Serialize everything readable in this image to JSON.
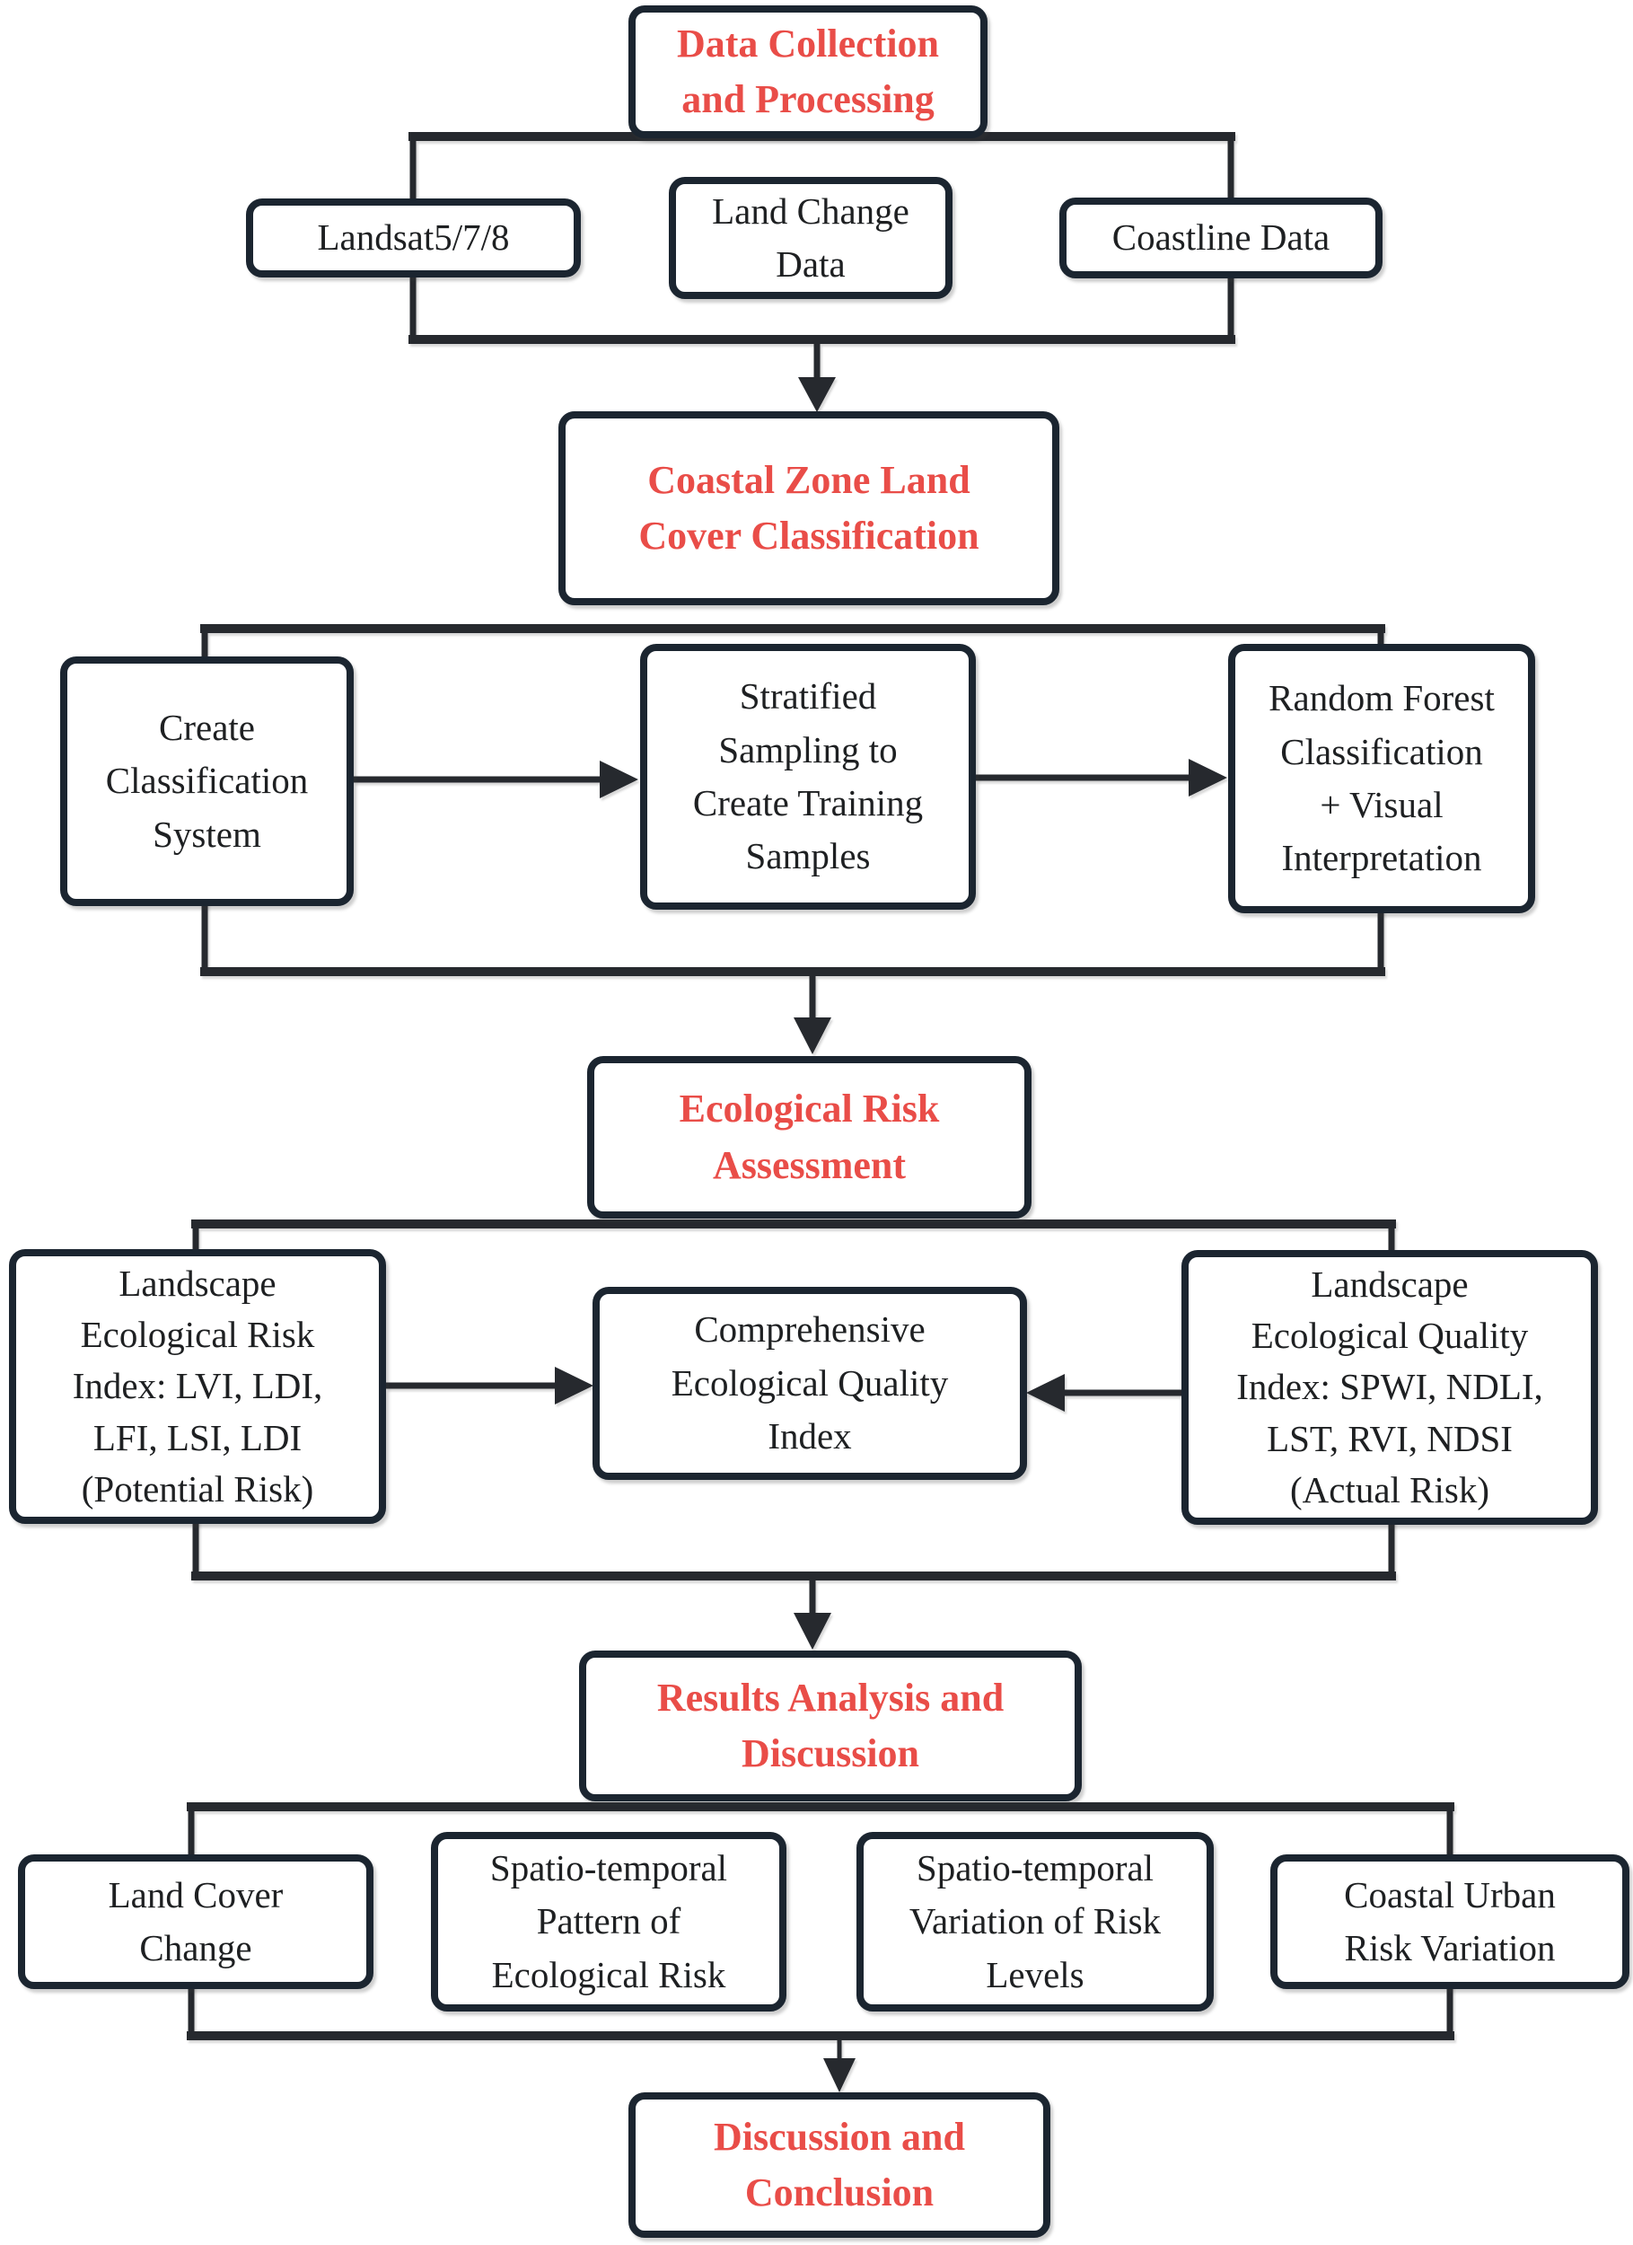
{
  "theme": {
    "accent_red": "#E94D48",
    "box_border": "#1B2530",
    "line_color": "#26292E",
    "text_color": "#1E2022",
    "background": "#FFFFFF"
  },
  "nodes": {
    "data_collection": {
      "emphasis": "red",
      "lines": [
        "Data Collection",
        "and Processing"
      ]
    },
    "landsat": {
      "emphasis": "normal",
      "lines": [
        "Landsat5/7/8"
      ]
    },
    "land_change": {
      "emphasis": "normal",
      "lines": [
        "Land Change",
        "Data"
      ]
    },
    "coastline": {
      "emphasis": "normal",
      "lines": [
        "Coastline Data"
      ]
    },
    "coastal_zone": {
      "emphasis": "red",
      "lines": [
        "Coastal Zone Land",
        "Cover Classification"
      ]
    },
    "create_classification": {
      "emphasis": "normal",
      "lines": [
        "Create",
        "Classification",
        "System"
      ]
    },
    "stratified_sampling": {
      "emphasis": "normal",
      "lines": [
        "Stratified",
        "Sampling to",
        "Create Training",
        "Samples"
      ]
    },
    "random_forest": {
      "emphasis": "normal",
      "lines": [
        "Random Forest",
        "Classification",
        "+ Visual",
        "Interpretation"
      ]
    },
    "ecological_risk": {
      "emphasis": "red",
      "lines": [
        "Ecological Risk",
        "Assessment"
      ]
    },
    "risk_index": {
      "emphasis": "normal",
      "lines": [
        "Landscape",
        "Ecological Risk",
        "Index: LVI, LDI,",
        "LFI, LSI, LDI",
        "(Potential Risk)"
      ]
    },
    "comprehensive": {
      "emphasis": "normal",
      "lines": [
        "Comprehensive",
        "Ecological Quality",
        "Index"
      ]
    },
    "quality_index": {
      "emphasis": "normal",
      "lines": [
        "Landscape",
        "Ecological Quality",
        "Index: SPWI, NDLI,",
        "LST, RVI, NDSI",
        "(Actual Risk)"
      ]
    },
    "results": {
      "emphasis": "red",
      "lines": [
        "Results Analysis and",
        "Discussion"
      ]
    },
    "land_cover_change": {
      "emphasis": "normal",
      "lines": [
        "Land Cover",
        "Change"
      ]
    },
    "pattern": {
      "emphasis": "normal",
      "lines": [
        "Spatio-temporal",
        "Pattern of",
        "Ecological Risk"
      ]
    },
    "variation": {
      "emphasis": "normal",
      "lines": [
        "Spatio-temporal",
        "Variation of Risk",
        "Levels"
      ]
    },
    "coastal_urban": {
      "emphasis": "normal",
      "lines": [
        "Coastal Urban",
        "Risk Variation"
      ]
    },
    "discussion": {
      "emphasis": "red",
      "lines": [
        "Discussion and",
        "Conclusion"
      ]
    }
  },
  "edges": [
    {
      "from": "data_collection",
      "to": "coastal_zone"
    },
    {
      "from": "coastal_zone",
      "to": "ecological_risk"
    },
    {
      "from": "create_classification",
      "to": "stratified_sampling"
    },
    {
      "from": "stratified_sampling",
      "to": "random_forest"
    },
    {
      "from": "risk_index",
      "to": "comprehensive"
    },
    {
      "from": "quality_index",
      "to": "comprehensive"
    },
    {
      "from": "ecological_risk",
      "to": "results"
    },
    {
      "from": "results",
      "to": "discussion"
    }
  ]
}
